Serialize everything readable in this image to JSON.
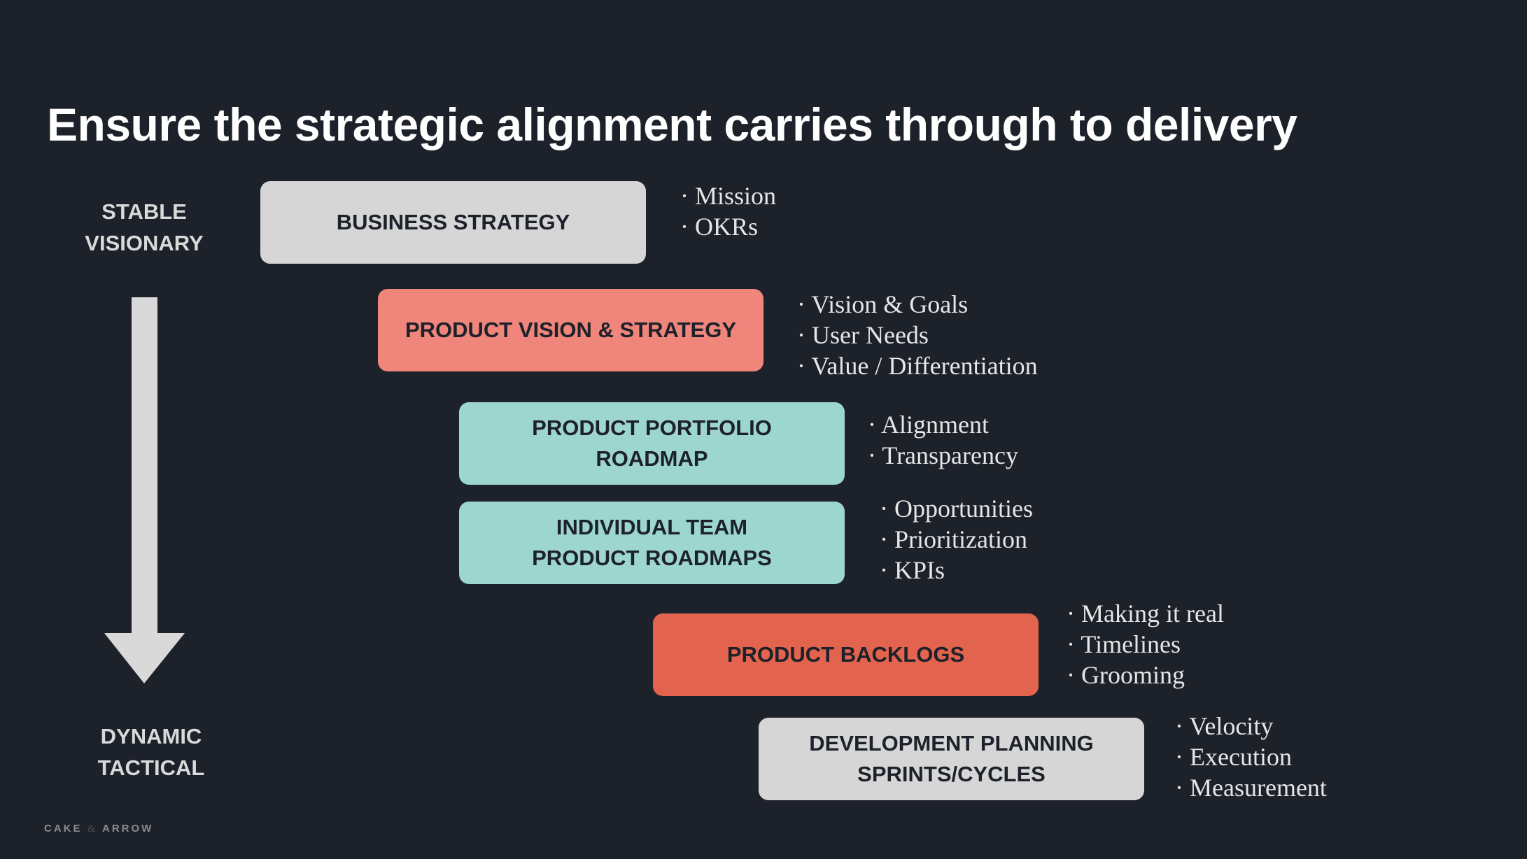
{
  "title": "Ensure the strategic alignment carries through to delivery",
  "top_label": [
    "STABLE",
    "VISIONARY"
  ],
  "bottom_label": [
    "DYNAMIC",
    "TACTICAL"
  ],
  "levels": [
    {
      "label": [
        "BUSINESS STRATEGY"
      ],
      "color": "#d6d6d6",
      "bullets": [
        "Mission",
        "OKRs"
      ]
    },
    {
      "label": [
        "PRODUCT VISION & STRATEGY"
      ],
      "color": "#f0857c",
      "bullets": [
        "Vision & Goals",
        "User Needs",
        "Value / Differentiation"
      ]
    },
    {
      "label": [
        "PRODUCT PORTFOLIO",
        "ROADMAP"
      ],
      "color": "#9dd5cf",
      "bullets": [
        "Alignment",
        "Transparency"
      ]
    },
    {
      "label": [
        "INDIVIDUAL TEAM",
        "PRODUCT ROADMAPS"
      ],
      "color": "#9dd5cf",
      "bullets": [
        "Opportunities",
        "Prioritization",
        "KPIs"
      ]
    },
    {
      "label": [
        "PRODUCT BACKLOGS"
      ],
      "color": "#e2634e",
      "bullets": [
        "Making it real",
        "Timelines",
        "Grooming"
      ]
    },
    {
      "label": [
        "DEVELOPMENT PLANNING",
        "SPRINTS/CYCLES"
      ],
      "color": "#d6d6d6",
      "bullets": [
        "Velocity",
        "Execution",
        "Measurement"
      ]
    }
  ],
  "logo": {
    "left": "CAKE",
    "amp": "&",
    "right": "ARROW"
  }
}
